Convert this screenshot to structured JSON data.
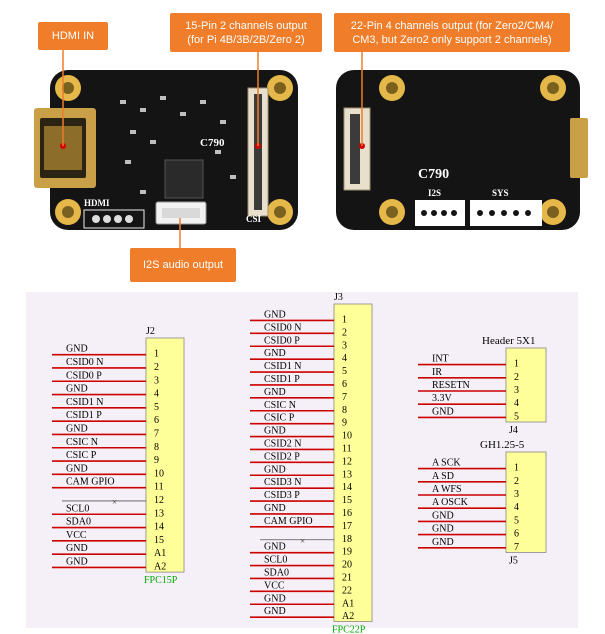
{
  "callouts": {
    "hdmi_in": "HDMI IN",
    "pin15_line1": "15-Pin 2 channels output",
    "pin15_line2": "(for Pi 4B/3B/2B/Zero 2)",
    "pin22_line1": "22-Pin 4 channels output (for Zero2/CM4/",
    "pin22_line2": "CM3, but Zero2 only support 2 channels)",
    "i2s_audio": "I2S audio output"
  },
  "board_front": {
    "chip": "C790",
    "hdmi": "HDMI",
    "csi": "CSI"
  },
  "board_back": {
    "chip": "C790",
    "i2s": "I2S",
    "sys": "SYS"
  },
  "colors": {
    "accent": "#ef7d2a",
    "pcb": "#141414",
    "pad": "#e6b84a",
    "pin_line": "#cc0000",
    "connector": "#ffff99",
    "footprint_label": "#00aa00",
    "schematic_bg": "#f5f0f7"
  },
  "j2": {
    "ref": "J2",
    "footprint": "FPC15P",
    "pins": [
      {
        "num": "1",
        "net": "GND"
      },
      {
        "num": "2",
        "net": "CSID0_N"
      },
      {
        "num": "3",
        "net": "CSID0_P"
      },
      {
        "num": "4",
        "net": "GND"
      },
      {
        "num": "5",
        "net": "CSID1_N"
      },
      {
        "num": "6",
        "net": "CSID1_P"
      },
      {
        "num": "7",
        "net": "GND"
      },
      {
        "num": "8",
        "net": "CSIC_N"
      },
      {
        "num": "9",
        "net": "CSIC_P"
      },
      {
        "num": "10",
        "net": "GND"
      },
      {
        "num": "11",
        "net": "CAM_GPIO"
      },
      {
        "num": "12",
        "net": ""
      },
      {
        "num": "13",
        "net": "SCL0"
      },
      {
        "num": "14",
        "net": "SDA0"
      },
      {
        "num": "15",
        "net": "VCC"
      },
      {
        "num": "A1",
        "net": "GND"
      },
      {
        "num": "A2",
        "net": "GND"
      }
    ]
  },
  "j3": {
    "ref": "J3",
    "footprint": "FPC22P",
    "pins": [
      {
        "num": "1",
        "net": "GND"
      },
      {
        "num": "2",
        "net": "CSID0_N"
      },
      {
        "num": "3",
        "net": "CSID0_P"
      },
      {
        "num": "4",
        "net": "GND"
      },
      {
        "num": "5",
        "net": "CSID1_N"
      },
      {
        "num": "6",
        "net": "CSID1_P"
      },
      {
        "num": "7",
        "net": "GND"
      },
      {
        "num": "8",
        "net": "CSIC_N"
      },
      {
        "num": "9",
        "net": "CSIC_P"
      },
      {
        "num": "10",
        "net": "GND"
      },
      {
        "num": "11",
        "net": "CSID2_N"
      },
      {
        "num": "12",
        "net": "CSID2_P"
      },
      {
        "num": "13",
        "net": "GND"
      },
      {
        "num": "14",
        "net": "CSID3_N"
      },
      {
        "num": "15",
        "net": "CSID3_P"
      },
      {
        "num": "16",
        "net": "GND"
      },
      {
        "num": "17",
        "net": "CAM_GPIO"
      },
      {
        "num": "18",
        "net": ""
      },
      {
        "num": "19",
        "net": "GND"
      },
      {
        "num": "20",
        "net": "SCL0"
      },
      {
        "num": "21",
        "net": "SDA0"
      },
      {
        "num": "22",
        "net": "VCC"
      },
      {
        "num": "A1",
        "net": "GND"
      },
      {
        "num": "A2",
        "net": "GND"
      }
    ]
  },
  "j4": {
    "ref": "J4",
    "title": "Header 5X1",
    "pins": [
      {
        "num": "1",
        "net": "INT"
      },
      {
        "num": "2",
        "net": "IR"
      },
      {
        "num": "3",
        "net": "RESETN"
      },
      {
        "num": "4",
        "net": "3.3V"
      },
      {
        "num": "5",
        "net": "GND"
      }
    ]
  },
  "j5": {
    "ref": "J5",
    "title": "GH1.25-5",
    "pins": [
      {
        "num": "1",
        "net": "A_SCK"
      },
      {
        "num": "2",
        "net": "A_SD"
      },
      {
        "num": "3",
        "net": "A_WFS"
      },
      {
        "num": "4",
        "net": "A_OSCK"
      },
      {
        "num": "5",
        "net": "GND"
      },
      {
        "num": "6",
        "net": "GND"
      },
      {
        "num": "7",
        "net": "GND"
      }
    ]
  }
}
